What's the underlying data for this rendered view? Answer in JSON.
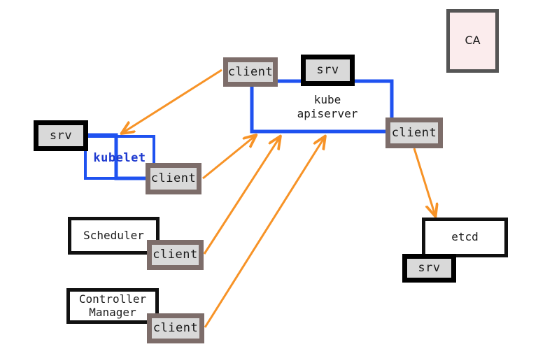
{
  "diagram": {
    "title": "Kubernetes control plane TLS client/server relationships",
    "colors": {
      "link_blue": "#1f52f0",
      "arrow_orange": "#f79327",
      "client_border": "#7d6d6a",
      "srv_border": "#000000",
      "box_fill": "#d9d9d9",
      "ca_fill": "#fbeced",
      "ca_border": "#555555",
      "background": "#ffffff"
    }
  },
  "nodes": {
    "kubelet_srv": {
      "label": "srv"
    },
    "kubelet_client": {
      "label": "client"
    },
    "kubelet_group": {
      "label": "kubelet"
    },
    "apiserver_client": {
      "label": "client"
    },
    "apiserver_srv": {
      "label": "srv"
    },
    "apiserver_caption": {
      "label": "kube\napiserver"
    },
    "etcd_client": {
      "label": "client"
    },
    "etcd": {
      "label": "etcd"
    },
    "etcd_srv": {
      "label": "srv"
    },
    "scheduler": {
      "label": "Scheduler"
    },
    "scheduler_client": {
      "label": "client"
    },
    "controller_manager": {
      "label": "Controller\nManager"
    },
    "controller_manager_client": {
      "label": "client"
    },
    "ca": {
      "label": "CA"
    }
  },
  "edges": [
    {
      "name": "apiserver-client-to-kubelet",
      "kind": "arrow",
      "from": "apiserver_client",
      "to": "kubelet_group"
    },
    {
      "name": "kubelet-client-to-apiserver",
      "kind": "arrow",
      "from": "kubelet_client",
      "to": "apiserver_group"
    },
    {
      "name": "scheduler-client-to-apiserver",
      "kind": "arrow",
      "from": "scheduler_client",
      "to": "apiserver_group"
    },
    {
      "name": "controller-manager-client-to-apiserver",
      "kind": "arrow",
      "from": "controller_manager_client",
      "to": "apiserver_group"
    },
    {
      "name": "apiserver-etcd-client-to-etcd",
      "kind": "arrow",
      "from": "etcd_client",
      "to": "etcd"
    },
    {
      "name": "kubelet-internal-link",
      "kind": "link",
      "from": "kubelet_srv",
      "to": "kubelet_client"
    },
    {
      "name": "apiserver-internal-link",
      "kind": "link",
      "from": "apiserver_srv",
      "to": "apiserver_client"
    }
  ]
}
